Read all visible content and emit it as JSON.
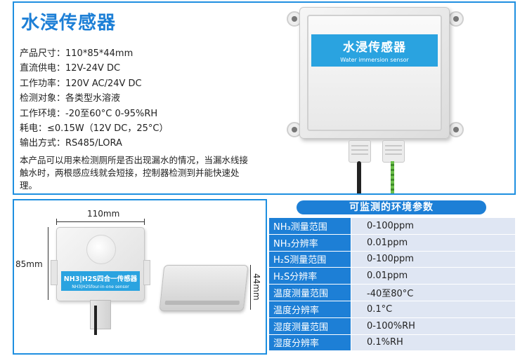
{
  "title": "水浸传感器",
  "specs": [
    {
      "label": "产品尺寸：",
      "value": "110*85*44mm"
    },
    {
      "label": "直流供电：",
      "value": "12V-24V DC"
    },
    {
      "label": "工作功率：",
      "value": "120V AC/24V DC"
    },
    {
      "label": "检测对象：",
      "value": "各类型水溶液"
    },
    {
      "label": "工作环境：",
      "value": "-20至60°C 0-95%RH"
    },
    {
      "label": "耗电：",
      "value": "≤0.15W（12V DC，25°C）"
    },
    {
      "label": "输出方式：",
      "value": "RS485/LORA"
    }
  ],
  "description": "本产品可以用来检测厕所是否出现漏水的情况，当漏水线接触水时，两根感应线就会短接，控制器检测到并能快速处理。",
  "device_label": {
    "cn": "水浸传感器",
    "en": "Water immersion sensor"
  },
  "sensor2_label": {
    "cn": "NH3|H2S四合一传感器",
    "en": "NH3|H2Sfour-in-one sensor"
  },
  "dimensions": {
    "width": "110mm",
    "height": "85mm",
    "depth": "44mm"
  },
  "params": {
    "title": "可监测的环境参数",
    "rows": [
      {
        "name": "NH₃测量范围",
        "value": "0-100ppm"
      },
      {
        "name": "NH₃分辨率",
        "value": "0.01ppm"
      },
      {
        "name": "H₂S测量范围",
        "value": "0-100ppm"
      },
      {
        "name": "H₂S分辨率",
        "value": "0.01ppm"
      },
      {
        "name": "温度测量范围",
        "value": "-40至80°C"
      },
      {
        "name": "温度分辨率",
        "value": "0.1°C"
      },
      {
        "name": "湿度测量范围",
        "value": "0-100%RH"
      },
      {
        "name": "湿度分辨率",
        "value": "0.1%RH"
      }
    ]
  },
  "colors": {
    "accent": "#1d7fd6",
    "label_blue": "#2aa3e0",
    "cell_bg": "#dfe6f3"
  }
}
